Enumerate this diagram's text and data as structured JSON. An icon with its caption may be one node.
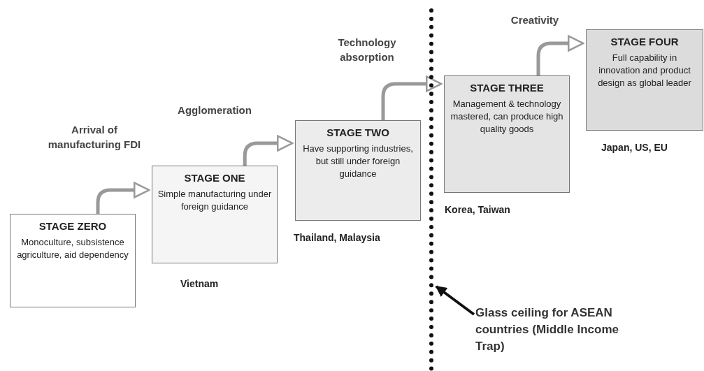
{
  "diagram": {
    "nodes": [
      {
        "text": [
          "STAGE ZERO",
          "Monoculture, subsistence agriculture, aid dependency"
        ]
      },
      {
        "text": [
          "STAGE ONE",
          "Simple manufacturing under foreign guidance"
        ],
        "beside": [
          "Vietnam"
        ]
      },
      {
        "text": [
          "STAGE TWO",
          "Have supporting industries, but still under foreign guidance"
        ],
        "beside": [
          "Thailand, Malaysia"
        ]
      },
      {
        "text": [
          "STAGE THREE",
          "Management & technology mastered, can produce high quality goods"
        ],
        "beside": [
          "Korea, Taiwan"
        ]
      },
      {
        "text": [
          "STAGE FOUR",
          "Full capability in innovation and product design as global leader"
        ],
        "beside": [
          "Japan, US, EU"
        ]
      },
      {
        "text": [],
        "shape": "line"
      },
      {
        "text": [
          "Glass ceiling for ASEAN countries (Middle Income Trap)"
        ]
      }
    ],
    "edges": [
      {
        "from": 0,
        "to": 1,
        "arrow": "to",
        "label": "Arrival of manufacturing FDI"
      },
      {
        "from": 1,
        "to": 2,
        "arrow": "to",
        "label": "Agglomeration"
      },
      {
        "from": 2,
        "to": 3,
        "arrow": "to",
        "label": "Technology absorption"
      },
      {
        "from": 3,
        "to": 4,
        "arrow": "to",
        "label": "Creativity"
      },
      {
        "from": 6,
        "to": 5,
        "arrow": "to",
        "color": "#111111"
      }
    ]
  }
}
